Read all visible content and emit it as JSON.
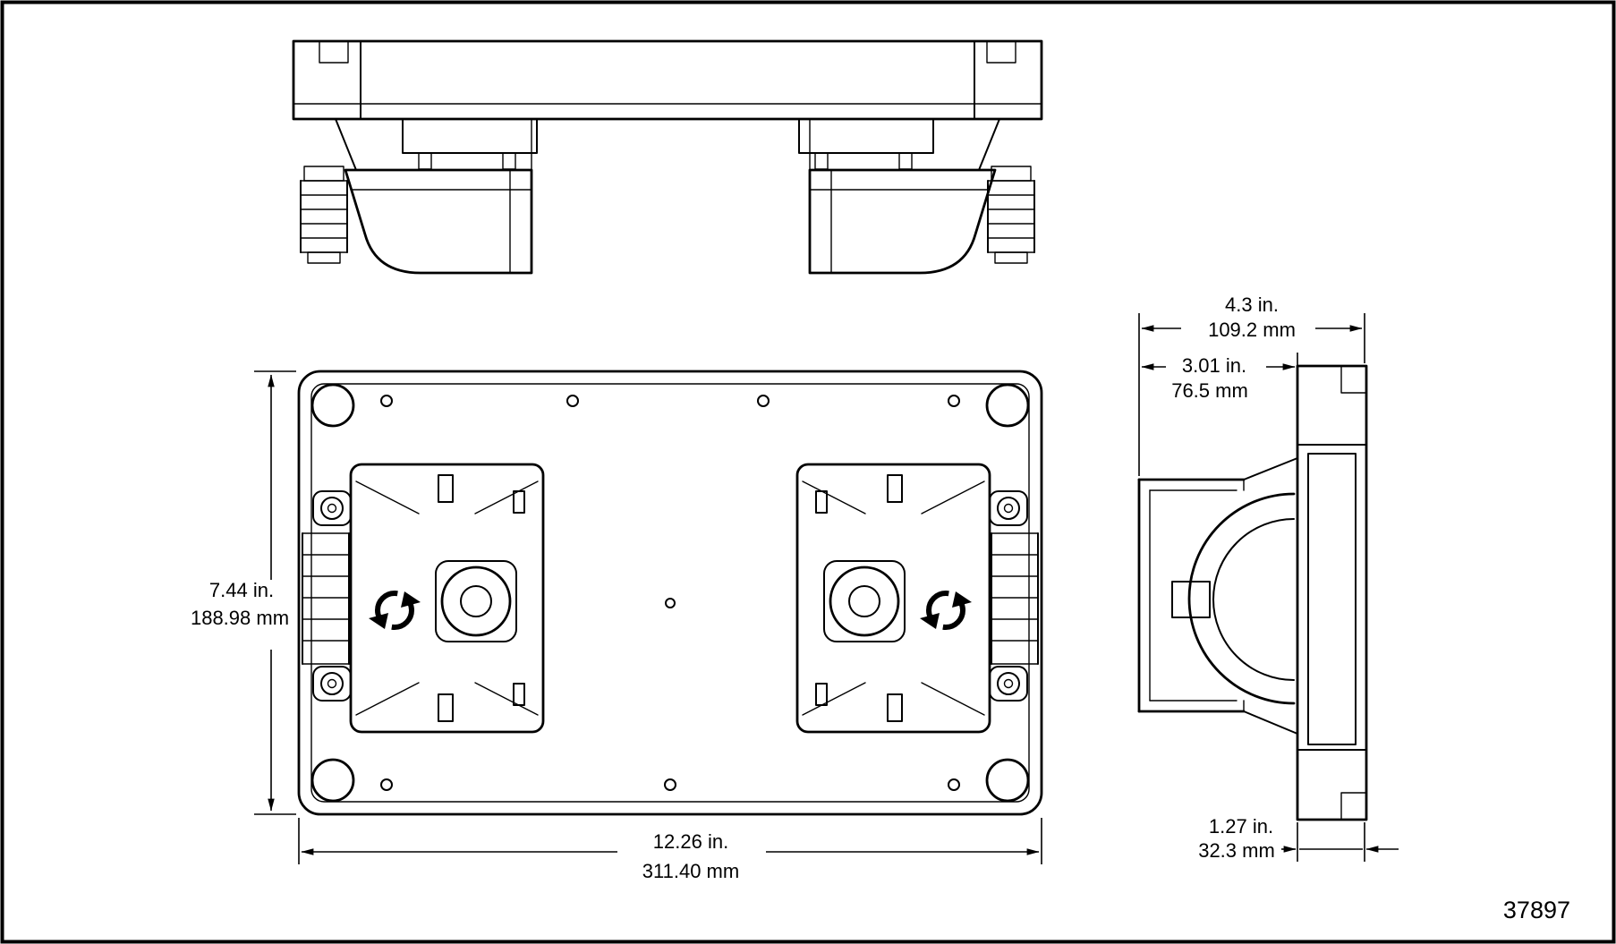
{
  "page": {
    "background": "#ffffff",
    "line_color": "#000000",
    "kind": "technical dimensional drawing, three views of a dual engine-mount latch plate"
  },
  "figure_number": "37897",
  "dimensions": {
    "plan_height_in": "7.44 in.",
    "plan_height_mm": "188.98 mm",
    "plan_width_in": "12.26 in.",
    "plan_width_mm": "311.40 mm",
    "side_width_in": "4.3 in.",
    "side_width_mm": "109.2 mm",
    "housing_depth_in": "3.01 in.",
    "housing_depth_mm": "76.5 mm",
    "plate_thickness_in": "1.27 in.",
    "plate_thickness_mm": "32.3 mm"
  }
}
